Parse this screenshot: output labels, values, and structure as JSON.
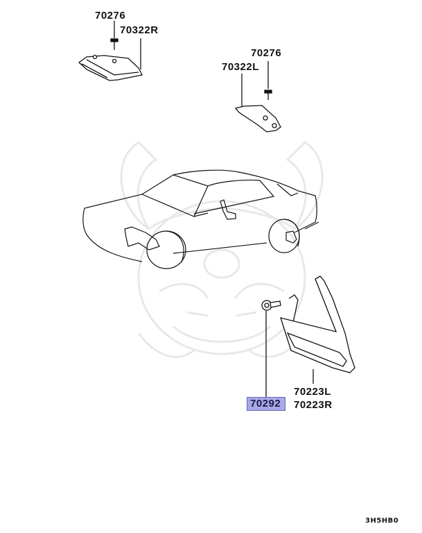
{
  "diagram": {
    "type": "exploded parts diagram",
    "subject": "Mud guard / splash shield assembly (sedan)",
    "callouts": [
      {
        "id": "bolt-top-right",
        "label": "70276"
      },
      {
        "id": "splash-shield-right",
        "label": "70322R"
      },
      {
        "id": "bolt-top-left",
        "label": "70276"
      },
      {
        "id": "splash-shield-left",
        "label": "70322L"
      },
      {
        "id": "mud-guard-bolt",
        "label": "70292",
        "highlighted": true
      },
      {
        "id": "mud-guard-left",
        "label": "70223L"
      },
      {
        "id": "mud-guard-right",
        "label": "70223R"
      }
    ],
    "diagram_code": "3H5HB0",
    "colors": {
      "line": "#111111",
      "highlight_fill": "#a9a9e6",
      "highlight_border": "#6666bb",
      "watermark": "#e6e6e6"
    }
  }
}
